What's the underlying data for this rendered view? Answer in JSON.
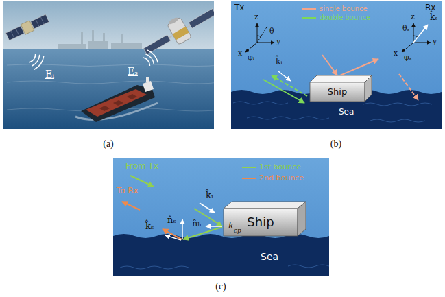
{
  "diagram": {
    "nodes": [
      {
        "text": [
          "Ship"
        ]
      },
      {
        "text": [
          "Ship"
        ]
      }
    ],
    "labels": [
      "Eᵢ",
      "Eₛ",
      "(a)",
      "Tx",
      "Rx",
      "z",
      "θ",
      "y",
      "x",
      "φᵢ",
      "k̂ᵢ",
      "z",
      "θₛ",
      "k̂ₛ",
      "y",
      "x",
      "φₛ",
      "Sea",
      "(b)",
      "From Tx",
      "To Rx",
      "k̂ᵢ",
      "n̂ₕ",
      "n̂ₛ",
      "k̂ₛ",
      "k",
      "cp",
      "Sea",
      "(c)"
    ],
    "legend": [
      {
        "text": "single bounce"
      },
      {
        "text": "double bounce"
      },
      {
        "text": "1st bounce"
      },
      {
        "text": "2nd bounce"
      }
    ]
  }
}
